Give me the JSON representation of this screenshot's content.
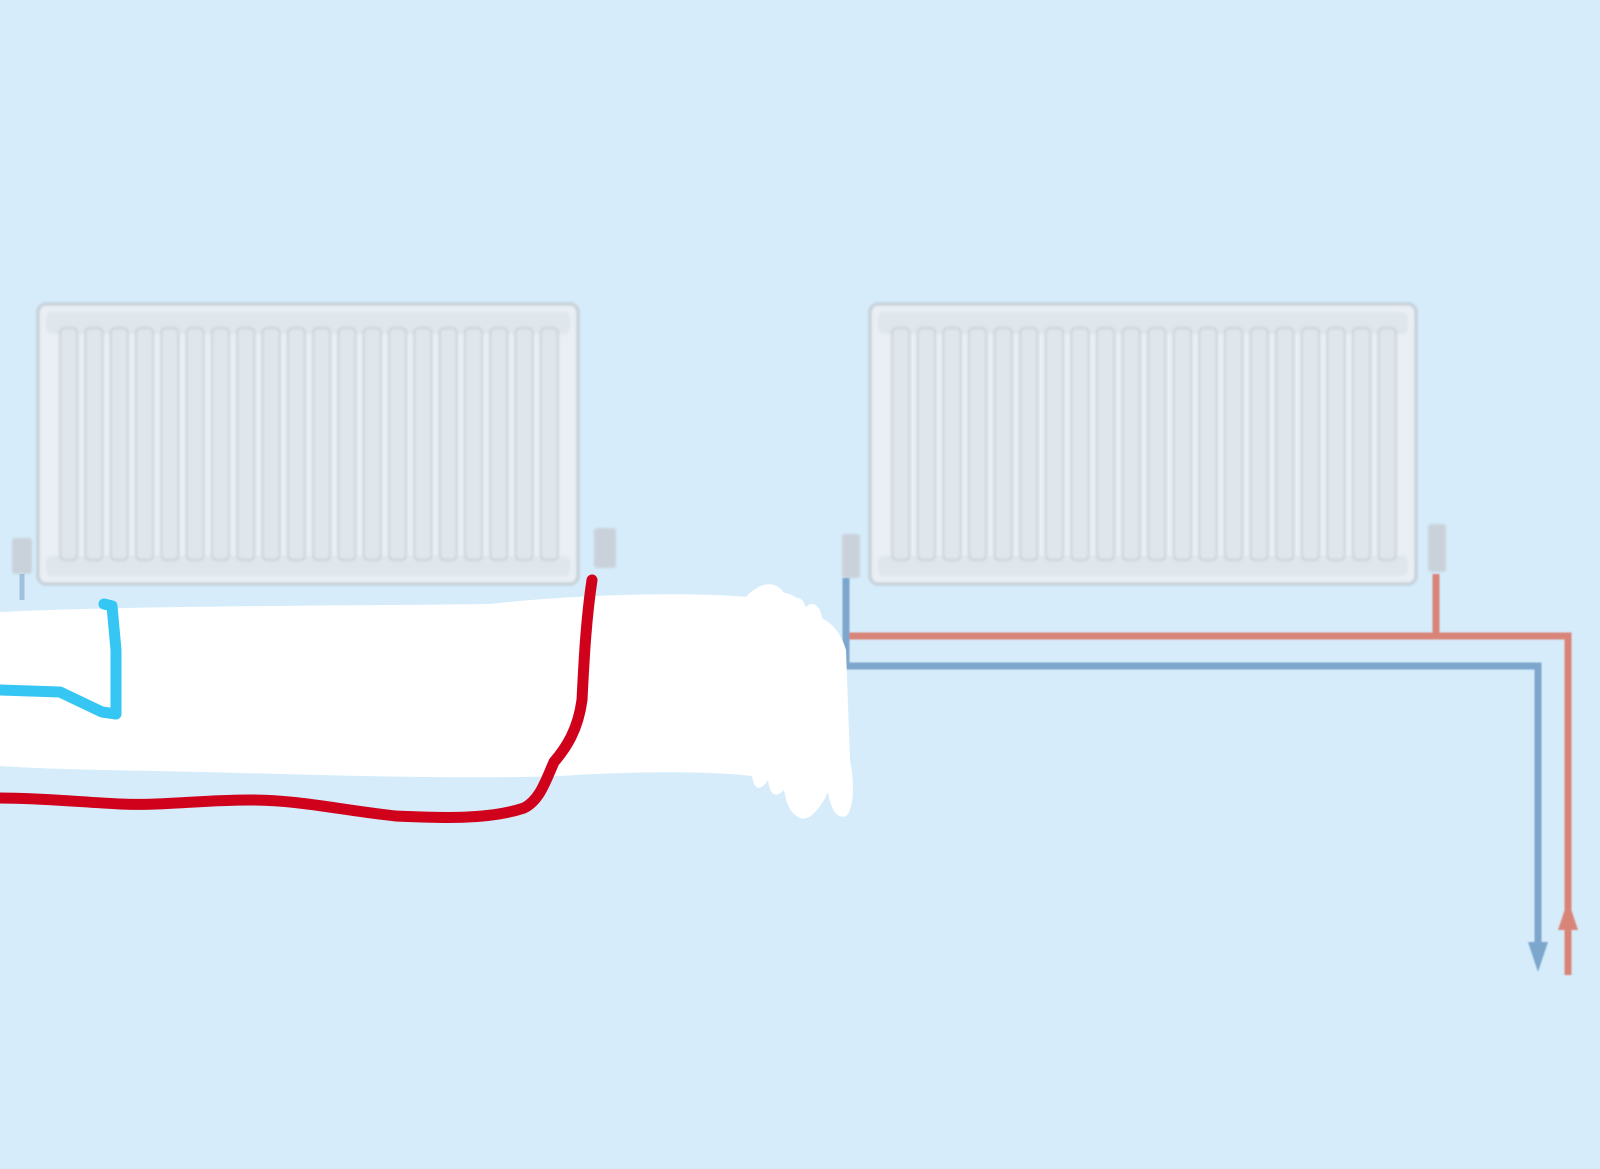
{
  "colors": {
    "background": "#d6ecfa",
    "radiator_body": "#e9eff4",
    "radiator_outline": "#c3ccd4",
    "radiator_fin": "#dfe6ec",
    "valve": "#c9d2da",
    "flow_pipe": "#d98478",
    "return_pipe": "#7ba6cc",
    "sketch_red": "#d0021b",
    "sketch_blue": "#35c6f4",
    "sketch_white": "#ffffff"
  },
  "diagram": {
    "radiators": [
      {
        "name": "radiator-left"
      },
      {
        "name": "radiator-right"
      }
    ],
    "arrows": [
      {
        "name": "return-arrow-down",
        "direction": "down",
        "pipe": "return"
      },
      {
        "name": "flow-arrow-up",
        "direction": "up",
        "pipe": "flow"
      }
    ],
    "overlays": [
      {
        "name": "white-paint-overlay"
      },
      {
        "name": "hand-drawn-red-pipe"
      },
      {
        "name": "hand-drawn-blue-pipe"
      }
    ]
  }
}
